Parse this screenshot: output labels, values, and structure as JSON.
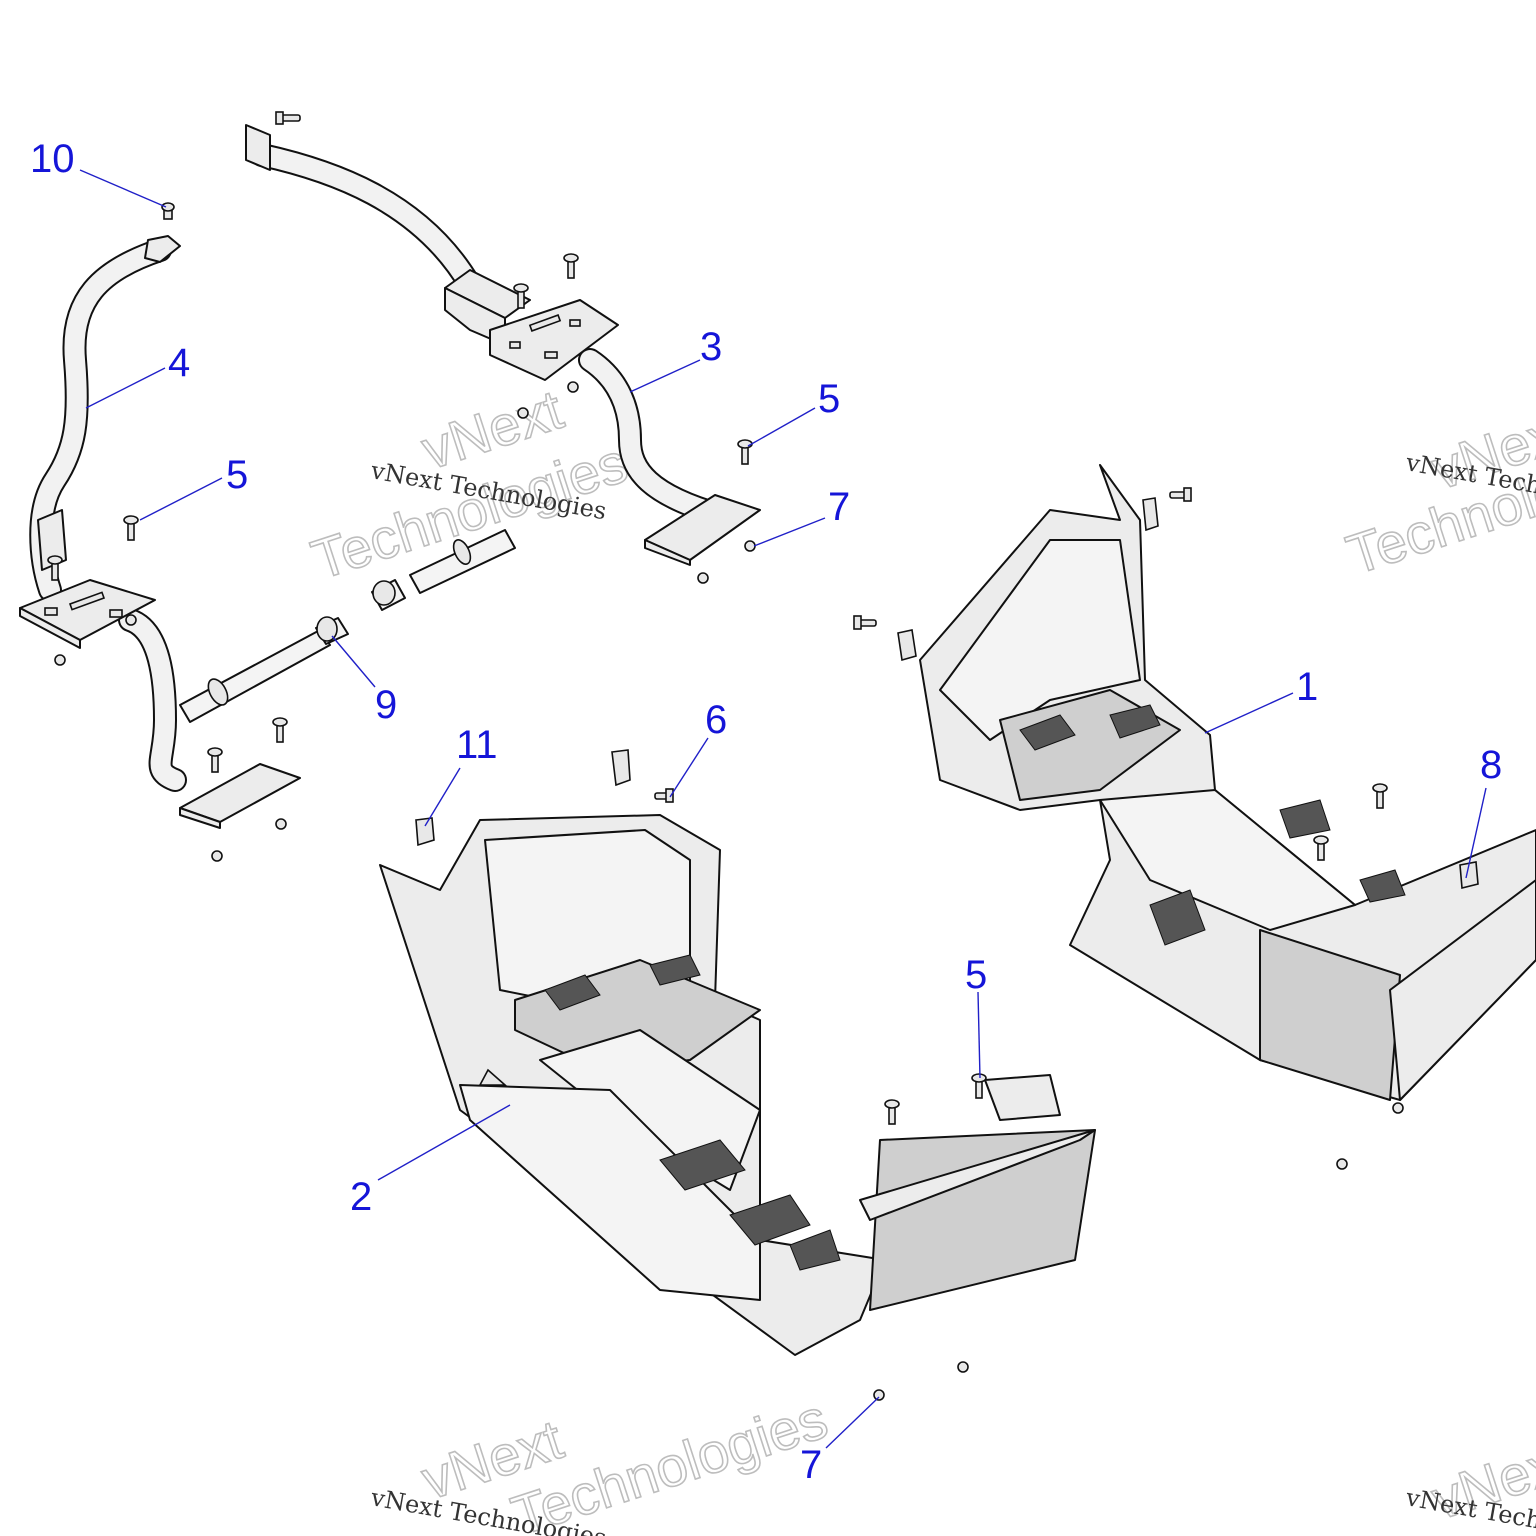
{
  "watermark": {
    "company": "vNext Technologies",
    "word1": "vNext",
    "word2": "Technologies"
  },
  "callouts": [
    {
      "id": "10",
      "label": "10"
    },
    {
      "id": "4",
      "label": "4"
    },
    {
      "id": "5a",
      "label": "5"
    },
    {
      "id": "9",
      "label": "9"
    },
    {
      "id": "3",
      "label": "3"
    },
    {
      "id": "5b",
      "label": "5"
    },
    {
      "id": "7a",
      "label": "7"
    },
    {
      "id": "1",
      "label": "1"
    },
    {
      "id": "8",
      "label": "8"
    },
    {
      "id": "11",
      "label": "11"
    },
    {
      "id": "6",
      "label": "6"
    },
    {
      "id": "5c",
      "label": "5"
    },
    {
      "id": "2",
      "label": "2"
    },
    {
      "id": "7b",
      "label": "7"
    }
  ],
  "colors": {
    "callout_text": "#1515d8",
    "leader_line": "#2020c8",
    "part_fill": "#ececec",
    "outline": "#111111",
    "watermark": "#bdbdbd"
  }
}
